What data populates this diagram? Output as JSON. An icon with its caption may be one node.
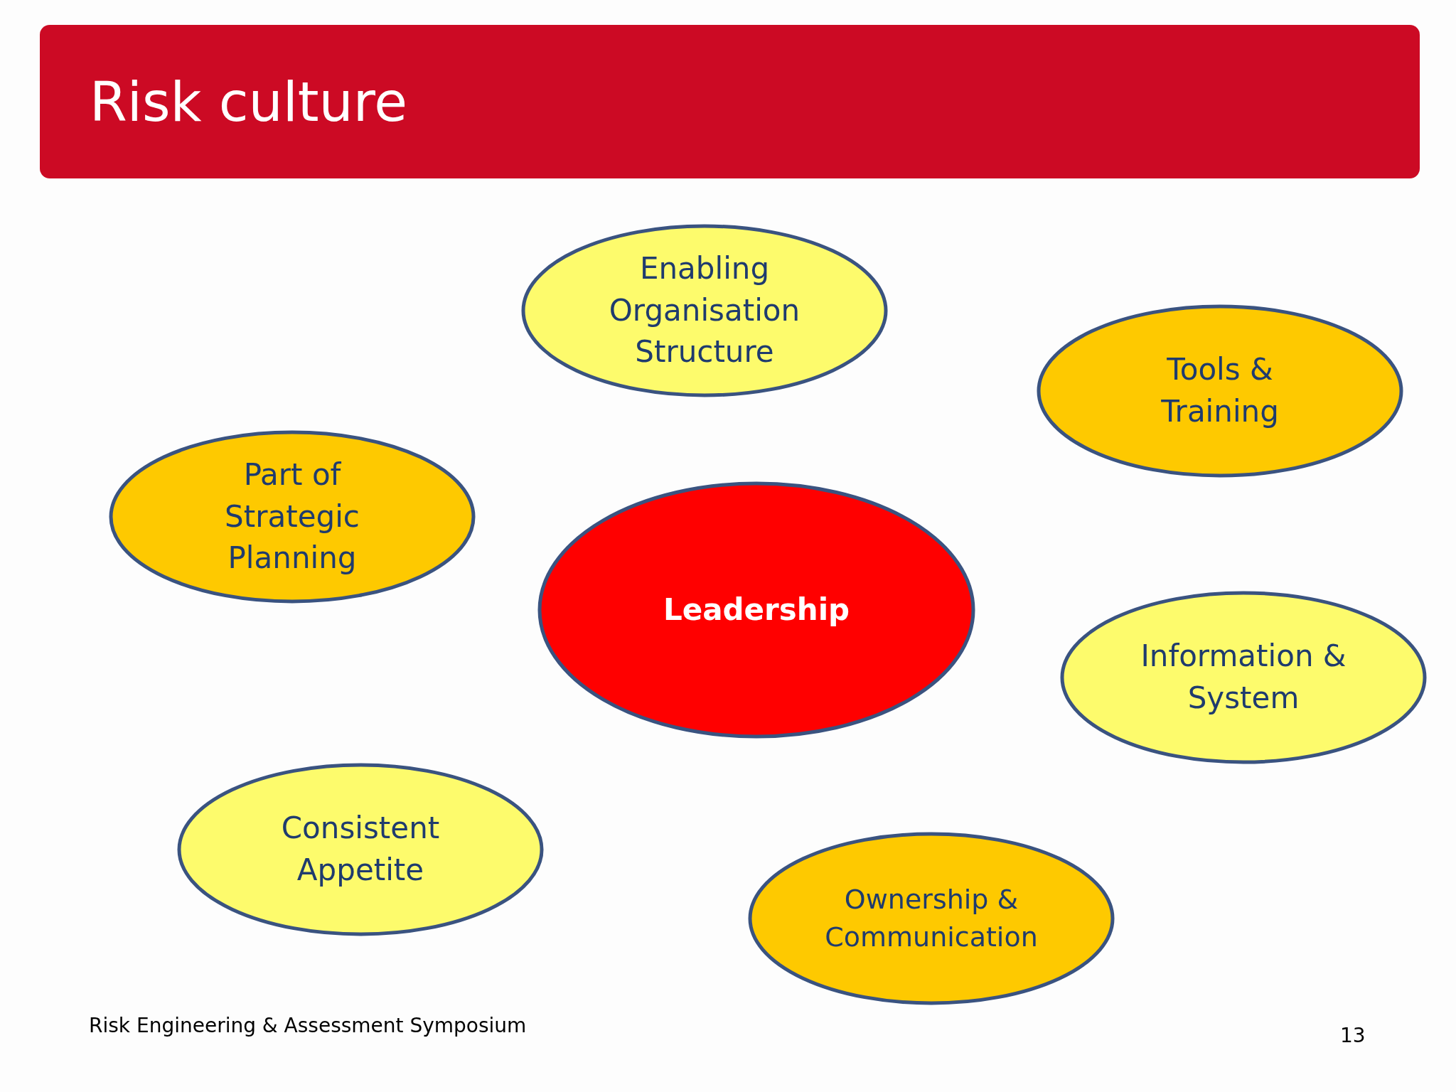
{
  "diagram": {
    "title": "Risk culture",
    "nodes": [
      {
        "text": [
          "Enabling Organisation Structure"
        ]
      },
      {
        "text": [
          "Tools & Training"
        ]
      },
      {
        "text": [
          "Part of Strategic Planning"
        ]
      },
      {
        "text": [
          "Leadership"
        ]
      },
      {
        "text": [
          "Information & System"
        ]
      },
      {
        "text": [
          "Consistent Appetite"
        ]
      },
      {
        "text": [
          "Ownership & Communication"
        ]
      }
    ],
    "labels": [
      "Risk Engineering & Assessment Symposium",
      "13"
    ]
  }
}
